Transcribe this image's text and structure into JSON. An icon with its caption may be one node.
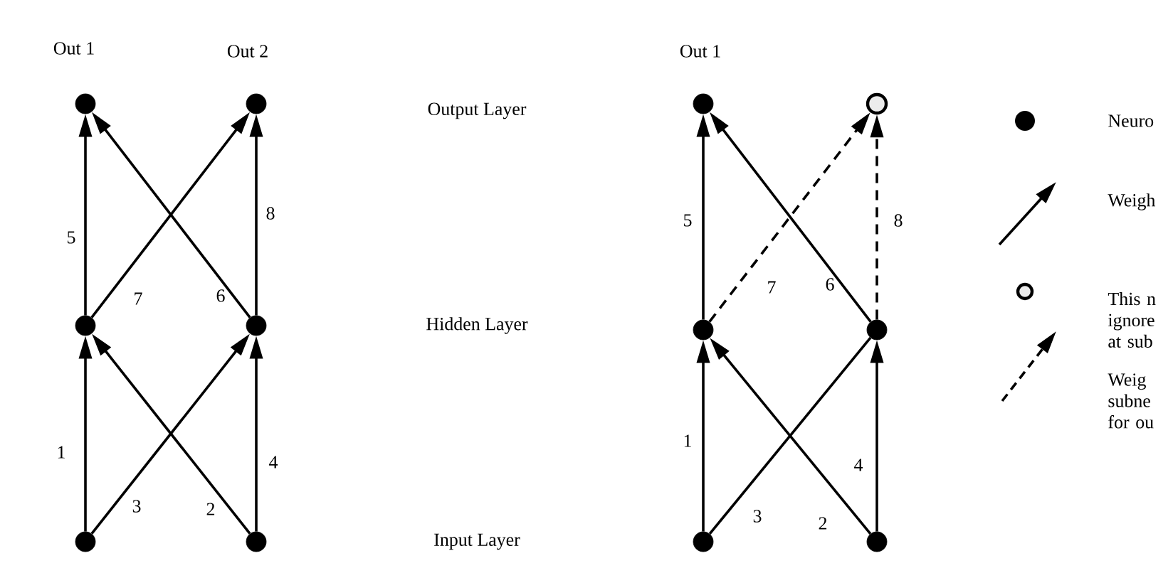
{
  "diagram": {
    "nodes": [
      {
        "text": [],
        "shape": "circle",
        "beside": [
          "Out 1"
        ]
      },
      {
        "text": [],
        "shape": "circle",
        "beside": [
          "Out 2"
        ]
      },
      {
        "text": [],
        "shape": "circle"
      },
      {
        "text": [],
        "shape": "circle"
      },
      {
        "text": [],
        "shape": "circle"
      },
      {
        "text": [],
        "shape": "circle"
      },
      {
        "text": [],
        "shape": "circle",
        "beside": [
          "Out 1"
        ]
      },
      {
        "text": [],
        "shape": "ring"
      },
      {
        "text": [],
        "shape": "circle"
      },
      {
        "text": [],
        "shape": "circle"
      },
      {
        "text": [],
        "shape": "circle"
      },
      {
        "text": [],
        "shape": "circle"
      }
    ],
    "edges": [
      {
        "from": 4,
        "to": 2,
        "arrow": "to",
        "label": "1"
      },
      {
        "from": 5,
        "to": 2,
        "arrow": "to",
        "label": "2"
      },
      {
        "from": 4,
        "to": 3,
        "arrow": "to",
        "label": "3"
      },
      {
        "from": 5,
        "to": 3,
        "arrow": "to",
        "label": "4"
      },
      {
        "from": 2,
        "to": 0,
        "arrow": "to",
        "label": "5"
      },
      {
        "from": 3,
        "to": 0,
        "arrow": "to",
        "label": "6"
      },
      {
        "from": 2,
        "to": 1,
        "arrow": "to",
        "label": "7"
      },
      {
        "from": 3,
        "to": 1,
        "arrow": "to",
        "label": "8"
      },
      {
        "from": 10,
        "to": 8,
        "arrow": "to",
        "label": "1"
      },
      {
        "from": 11,
        "to": 8,
        "arrow": "to",
        "label": "2"
      },
      {
        "from": 10,
        "to": 9,
        "arrow": "none",
        "label": "3"
      },
      {
        "from": 11,
        "to": 9,
        "arrow": "to",
        "label": "4"
      },
      {
        "from": 8,
        "to": 6,
        "arrow": "to",
        "label": "5"
      },
      {
        "from": 9,
        "to": 6,
        "arrow": "to",
        "label": "6"
      },
      {
        "from": 8,
        "to": 7,
        "arrow": "to",
        "label": "7",
        "style": "dashed"
      },
      {
        "from": 9,
        "to": 7,
        "arrow": "to",
        "label": "8",
        "style": "dashed"
      }
    ],
    "labels": [
      "Output Layer",
      "Hidden Layer",
      "Input Layer"
    ],
    "legend": [
      {
        "text": "Neuro"
      },
      {
        "text": "Weigh"
      },
      {
        "text": "This n ignore at sub"
      },
      {
        "text": "Weig subne for ou"
      }
    ]
  }
}
